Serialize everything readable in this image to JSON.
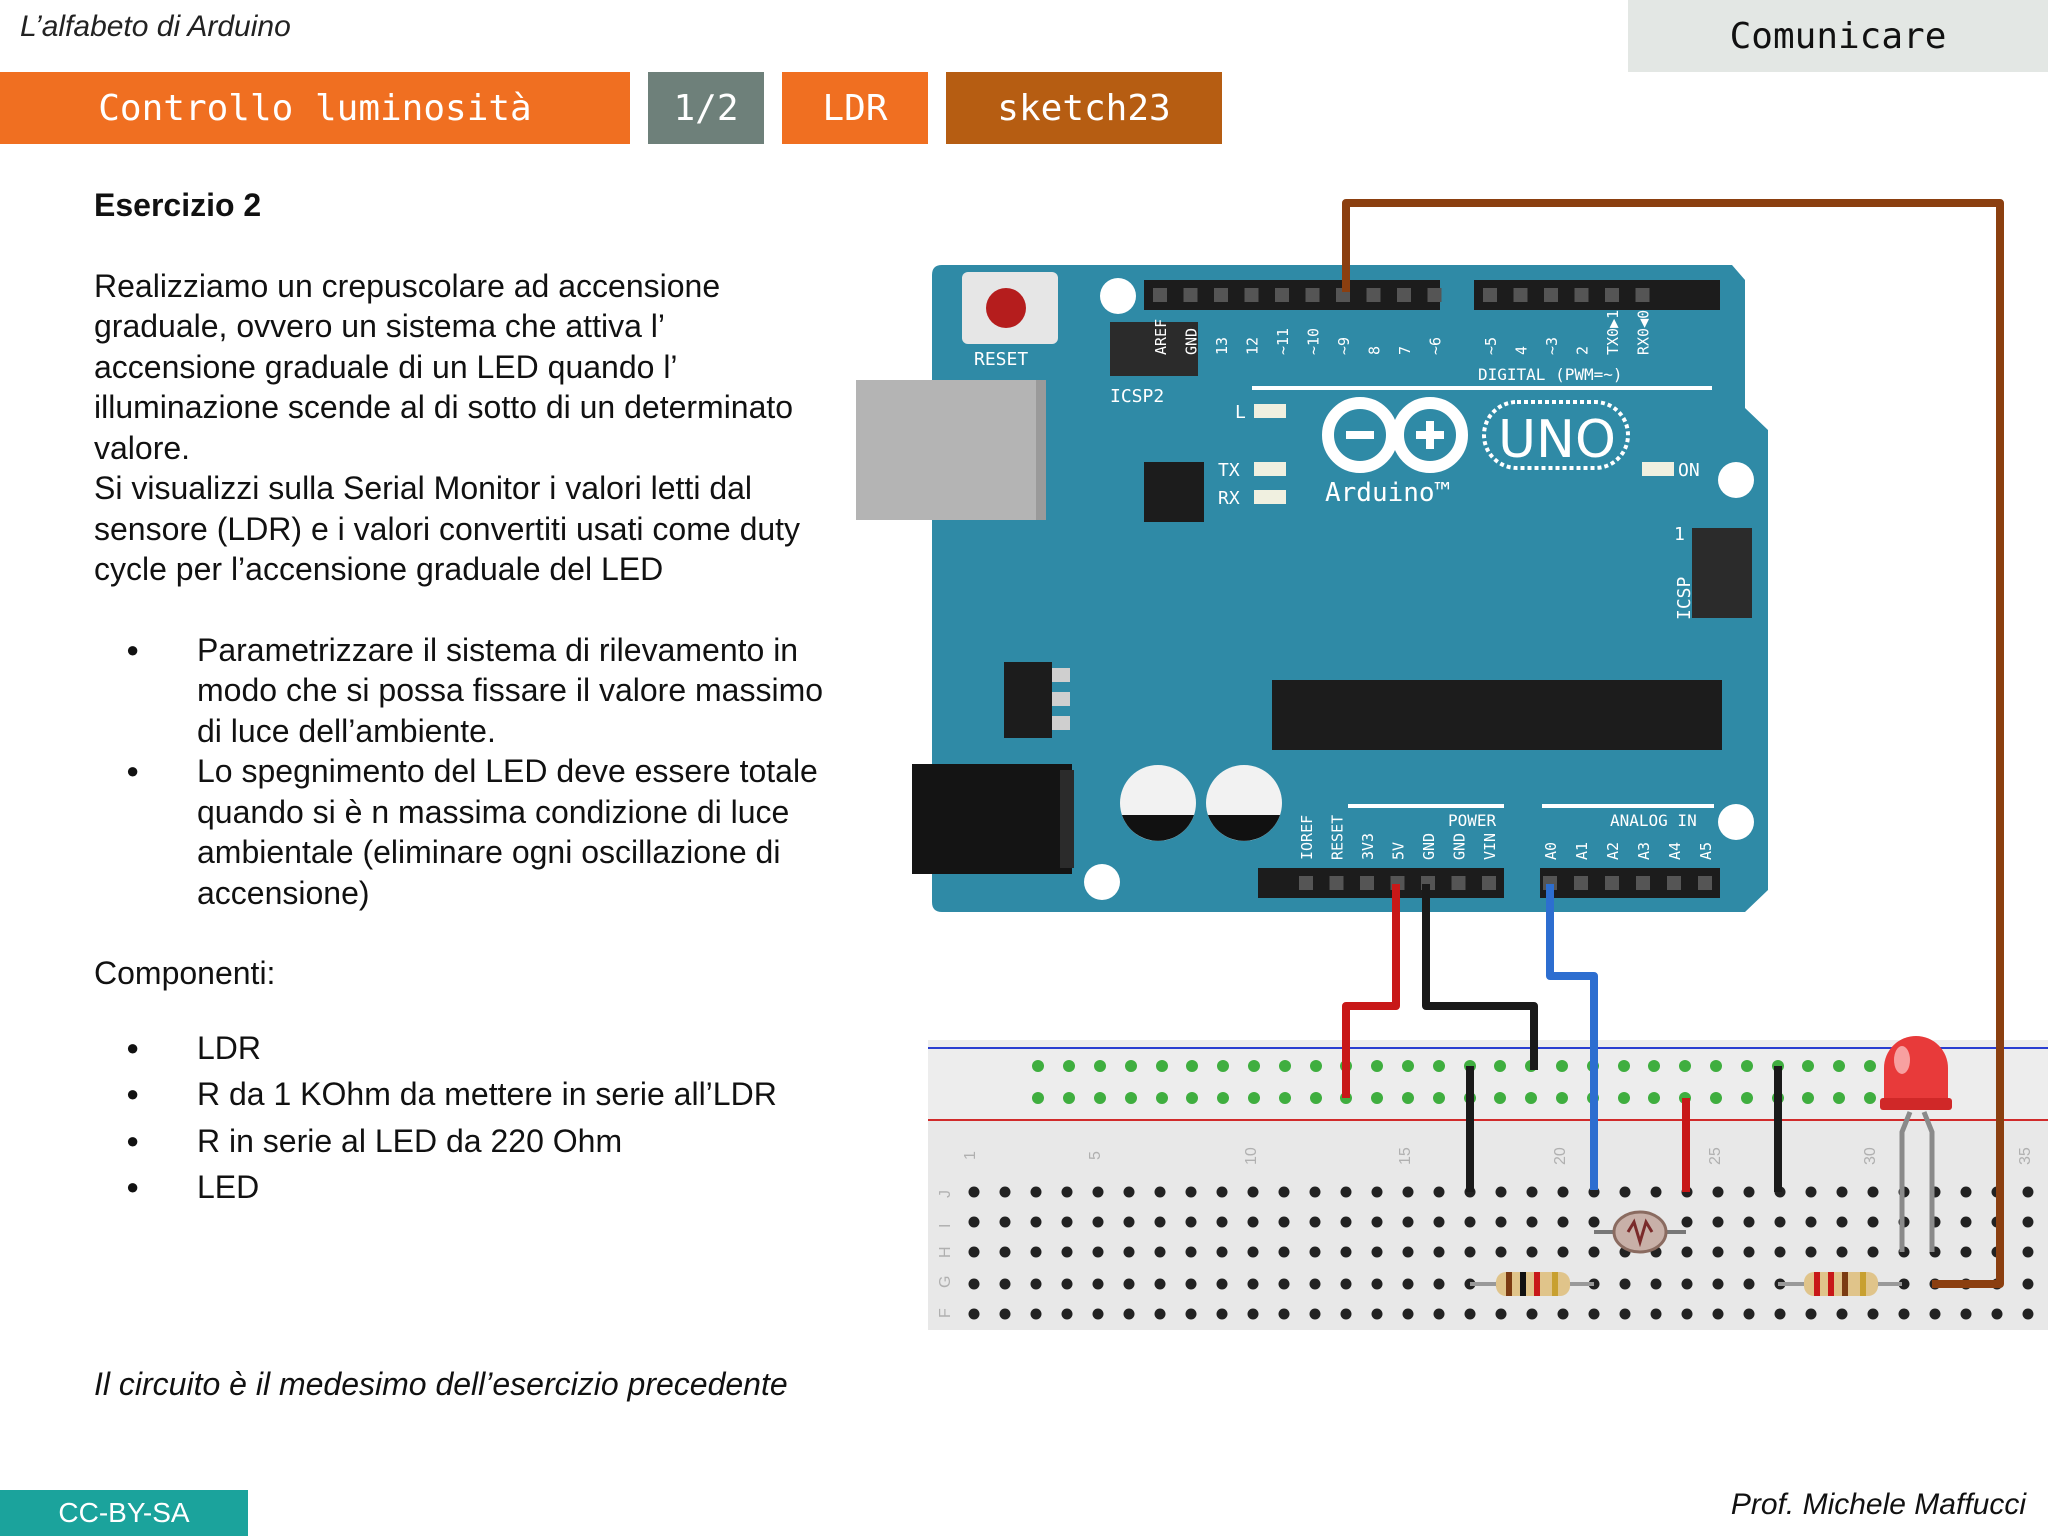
{
  "header": {
    "course_title": "L’alfabeto di Arduino",
    "section": "Comunicare"
  },
  "tags": {
    "main": "Controllo luminosità",
    "page": "1/2",
    "topic": "LDR",
    "sketch": "sketch23"
  },
  "exercise": {
    "title": "Esercizio 2",
    "paragraph1": "Realizziamo un crepuscolare ad accensione graduale, ovvero un sistema che attiva l’ accensione graduale di un LED quando l’ illuminazione scende al di sotto di un determinato valore.",
    "paragraph2": "Si visualizzi sulla Serial Monitor i valori letti dal sensore (LDR) e i valori convertiti usati come duty cycle per l’accensione graduale del LED",
    "requirements": [
      "Parametrizzare il sistema di rilevamento in modo che si possa fissare il valore massimo di luce dell’ambiente.",
      "Lo spegnimento del LED deve essere totale quando si è n massima condizione di luce ambientale (eliminare ogni oscillazione di accensione)"
    ],
    "components_label": "Componenti:",
    "components": [
      "LDR",
      "R da 1 KOhm da mettere in serie all’LDR",
      "R in serie al LED da 220 Ohm",
      "LED"
    ]
  },
  "board": {
    "reset": "RESET",
    "icsp2": "ICSP2",
    "digital": "DIGITAL (PWM=~)",
    "l": "L",
    "tx": "TX",
    "rx": "RX",
    "on": "ON",
    "uno": "UNO",
    "brand": "Arduino™",
    "icsp": "ICSP",
    "icsp_pin1": "1",
    "power": "POWER",
    "analog": "ANALOG IN",
    "digital_pins": [
      "AREF",
      "GND",
      "13",
      "12",
      "~11",
      "~10",
      "~9",
      "8",
      "7",
      "~6",
      "~5",
      "4",
      "~3",
      "2",
      "TX0▶1",
      "RX0◀0"
    ],
    "power_pins": [
      "IOREF",
      "RESET",
      "3V3",
      "5V",
      "GND",
      "GND",
      "VIN"
    ],
    "analog_pins": [
      "A0",
      "A1",
      "A2",
      "A3",
      "A4",
      "A5"
    ]
  },
  "breadboard": {
    "column_numbers": [
      "1",
      "5",
      "10",
      "15",
      "20",
      "25",
      "30",
      "35"
    ],
    "row_letters": [
      "J",
      "I",
      "H",
      "G",
      "F"
    ]
  },
  "footnote": "Il circuito è il medesimo dell’esercizio precedente",
  "footer": {
    "license": "CC-BY-SA",
    "author": "Prof. Michele Maffucci"
  },
  "colors": {
    "orange": "#f06f21",
    "grey_tag": "#6e807a",
    "brown_tag": "#b65d12",
    "teal": "#1ba39c",
    "board_blue": "#2f8aa6"
  }
}
